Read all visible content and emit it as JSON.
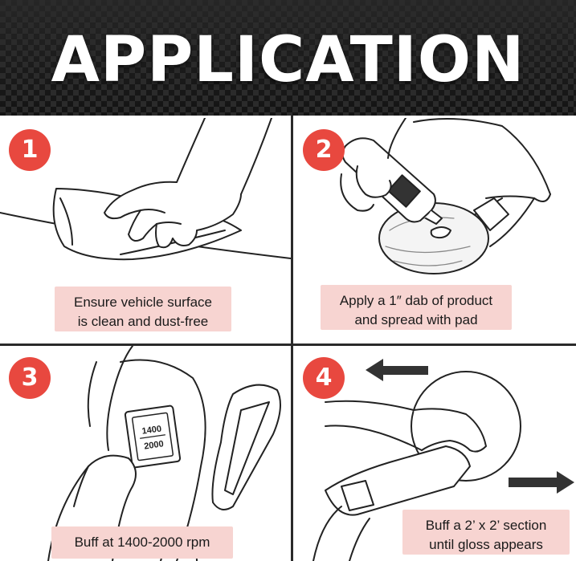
{
  "header": {
    "title": "APPLICATION"
  },
  "steps": [
    {
      "number": "1",
      "caption_line1": "Ensure vehicle surface",
      "caption_line2": "is clean and dust-free"
    },
    {
      "number": "2",
      "caption_line1": "Apply a 1″ dab of product",
      "caption_line2": "and spread with pad"
    },
    {
      "number": "3",
      "caption_line1": "Buff at 1400-2000 rpm",
      "dial_top": "1400",
      "dial_bottom": "2000"
    },
    {
      "number": "4",
      "caption_line1": "Buff a 2’ x 2’ section",
      "caption_line2": "until gloss appears"
    }
  ],
  "colors": {
    "badge": "#e8483f",
    "caption_bg": "#f7d4d1",
    "header_bg": "#1a1a1a"
  }
}
